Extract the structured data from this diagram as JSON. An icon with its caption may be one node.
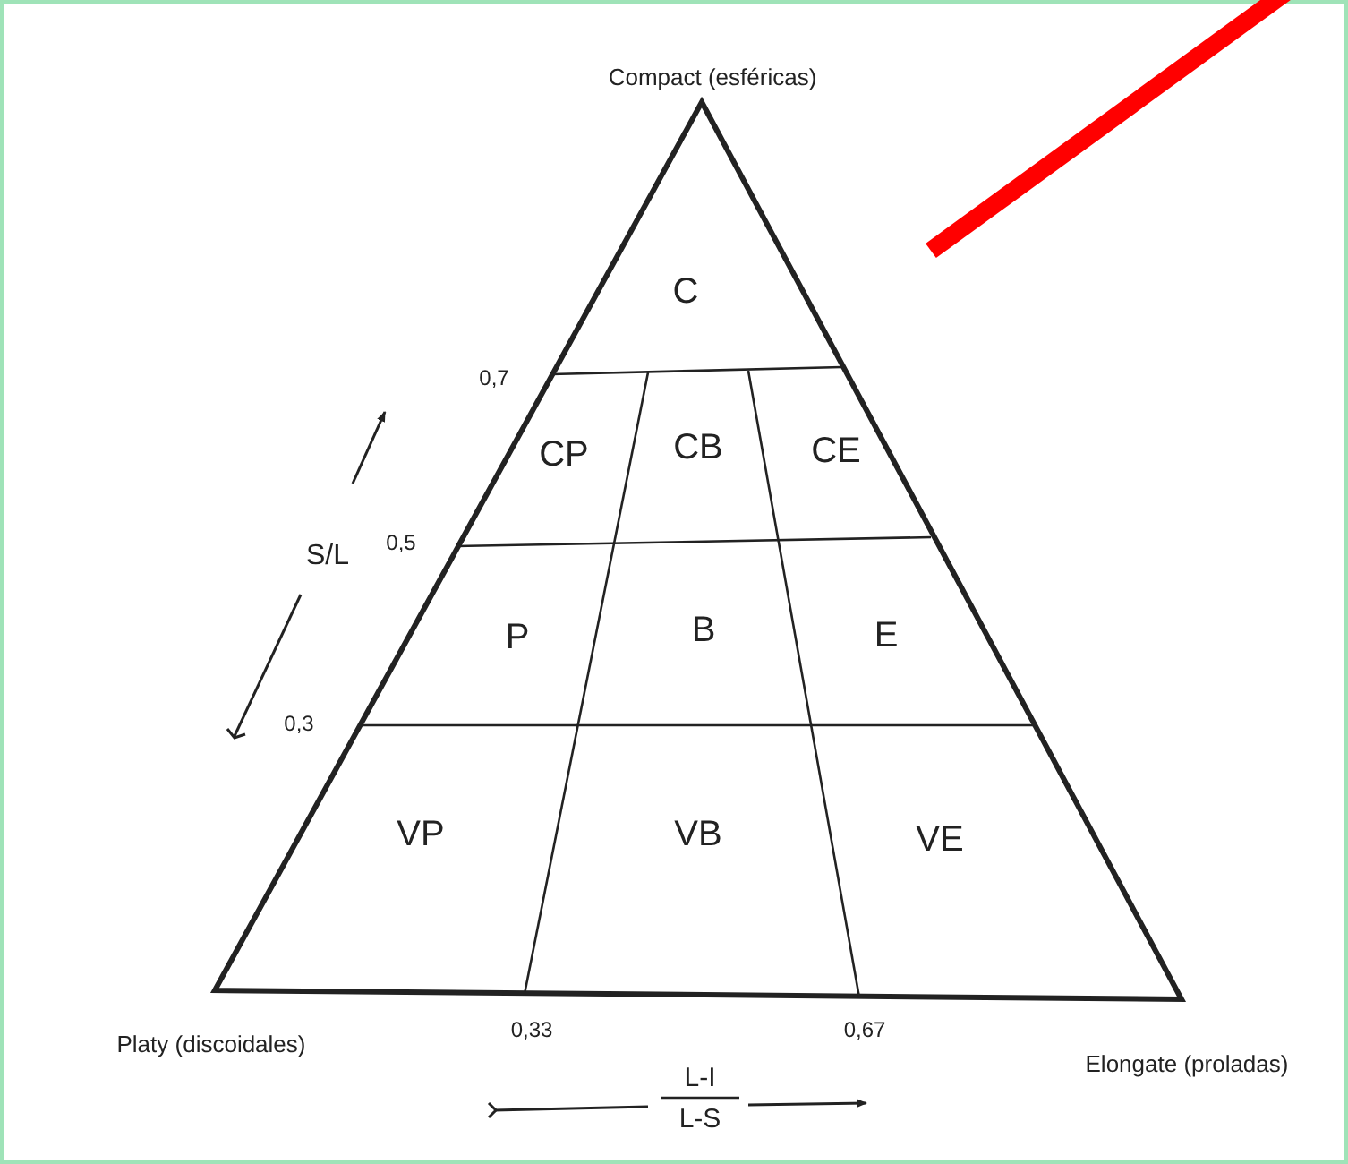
{
  "diagram": {
    "labels": [
      "Compact (esféricas)",
      "C",
      "0,7",
      "CP",
      "CB",
      "CE",
      "S/L",
      "0,5",
      "P",
      "B",
      "E",
      "0,3",
      "VP",
      "VB",
      "VE",
      "Platy (discoidales)",
      "0,33",
      "0,67",
      "Elongate (proladas)",
      "L-I",
      "L-S"
    ]
  }
}
